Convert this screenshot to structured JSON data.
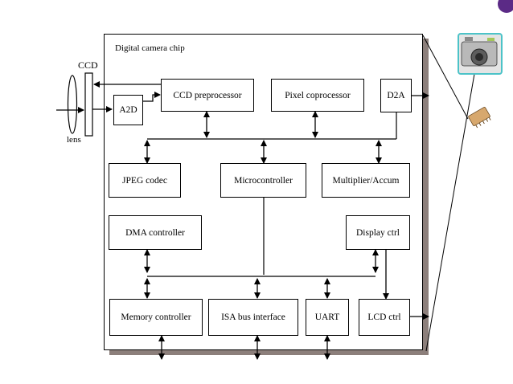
{
  "chip_title": "Digital camera chip",
  "external": {
    "ccd": "CCD",
    "lens": "lens"
  },
  "blocks": {
    "a2d": "A2D",
    "ccd_preprocessor": "CCD preprocessor",
    "pixel_coprocessor": "Pixel coprocessor",
    "d2a": "D2A",
    "jpeg_codec": "JPEG codec",
    "microcontroller": "Microcontroller",
    "multiplier_accum": "Multiplier/Accum",
    "dma_controller": "DMA controller",
    "display_ctrl": "Display ctrl",
    "memory_controller": "Memory controller",
    "isa_bus_interface": "ISA bus interface",
    "uart": "UART",
    "lcd_ctrl": "LCD ctrl"
  },
  "colors": {
    "chip_shadow": "#8c7f7b",
    "camera_body": "#e4e4e4",
    "camera_border": "#4cc3c8",
    "corner_logo": "#5b2a86"
  },
  "icons": {
    "camera": "digital-camera-icon",
    "memory_chip": "memory-chip-icon"
  }
}
